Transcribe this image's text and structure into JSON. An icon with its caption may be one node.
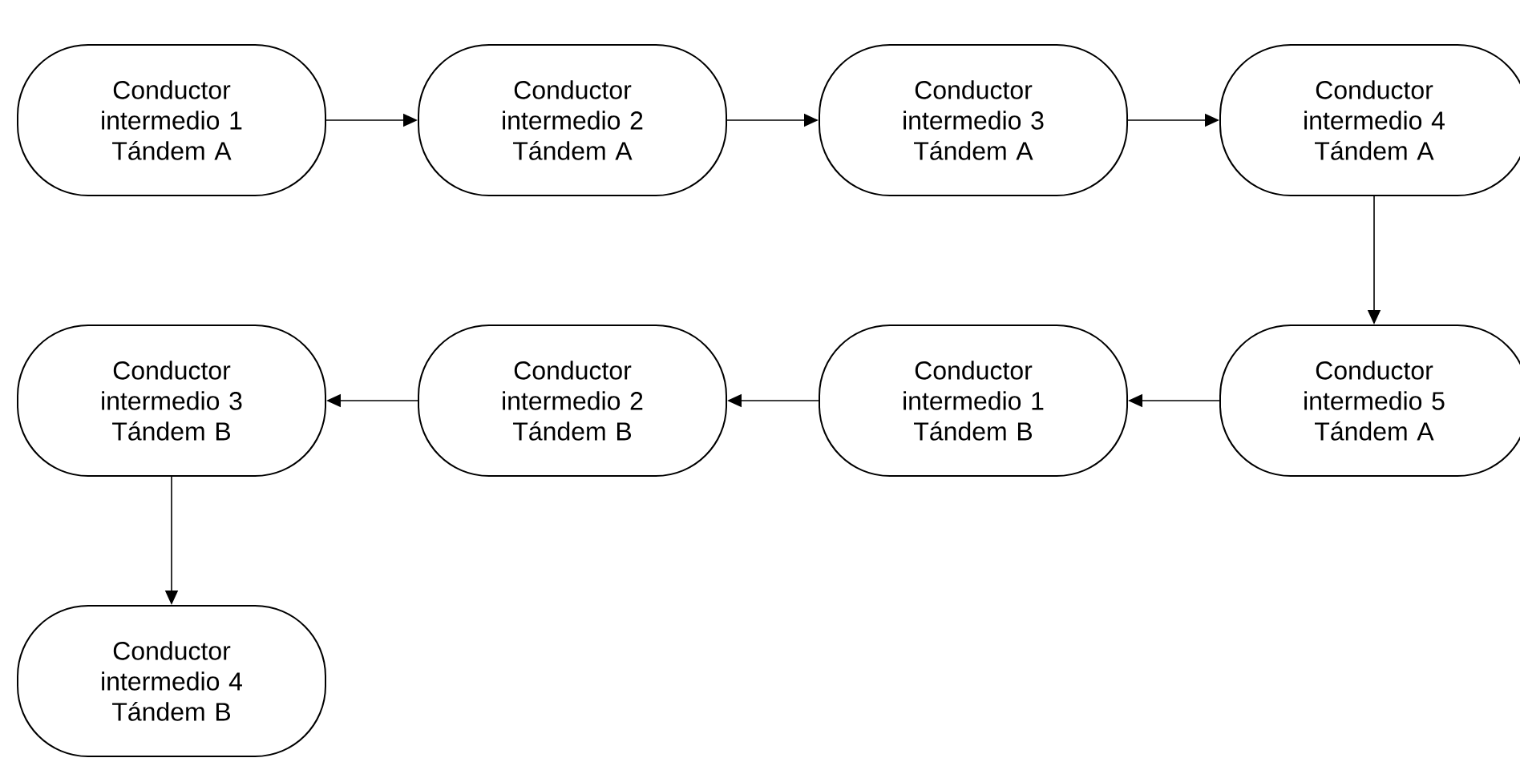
{
  "diagram": {
    "nodes": [
      {
        "text": [
          "Conductor intermedio 1 Tándem A"
        ]
      },
      {
        "text": [
          "Conductor intermedio 2 Tándem A"
        ]
      },
      {
        "text": [
          "Conductor intermedio 3 Tándem A"
        ]
      },
      {
        "text": [
          "Conductor intermedio 4 Tándem A"
        ]
      },
      {
        "text": [
          "Conductor intermedio 3 Tándem B"
        ]
      },
      {
        "text": [
          "Conductor intermedio 2 Tándem B"
        ]
      },
      {
        "text": [
          "Conductor intermedio 1 Tándem B"
        ]
      },
      {
        "text": [
          "Conductor intermedio 5 Tándem A"
        ]
      },
      {
        "text": [
          "Conductor intermedio 4 Tándem B"
        ]
      }
    ],
    "edges": [
      {
        "from": 0,
        "to": 1,
        "arrow": "to"
      },
      {
        "from": 1,
        "to": 2,
        "arrow": "to"
      },
      {
        "from": 2,
        "to": 3,
        "arrow": "to"
      },
      {
        "from": 3,
        "to": 7,
        "arrow": "to"
      },
      {
        "from": 7,
        "to": 6,
        "arrow": "to"
      },
      {
        "from": 6,
        "to": 5,
        "arrow": "to"
      },
      {
        "from": 5,
        "to": 4,
        "arrow": "to"
      },
      {
        "from": 4,
        "to": 8,
        "arrow": "to"
      }
    ]
  }
}
